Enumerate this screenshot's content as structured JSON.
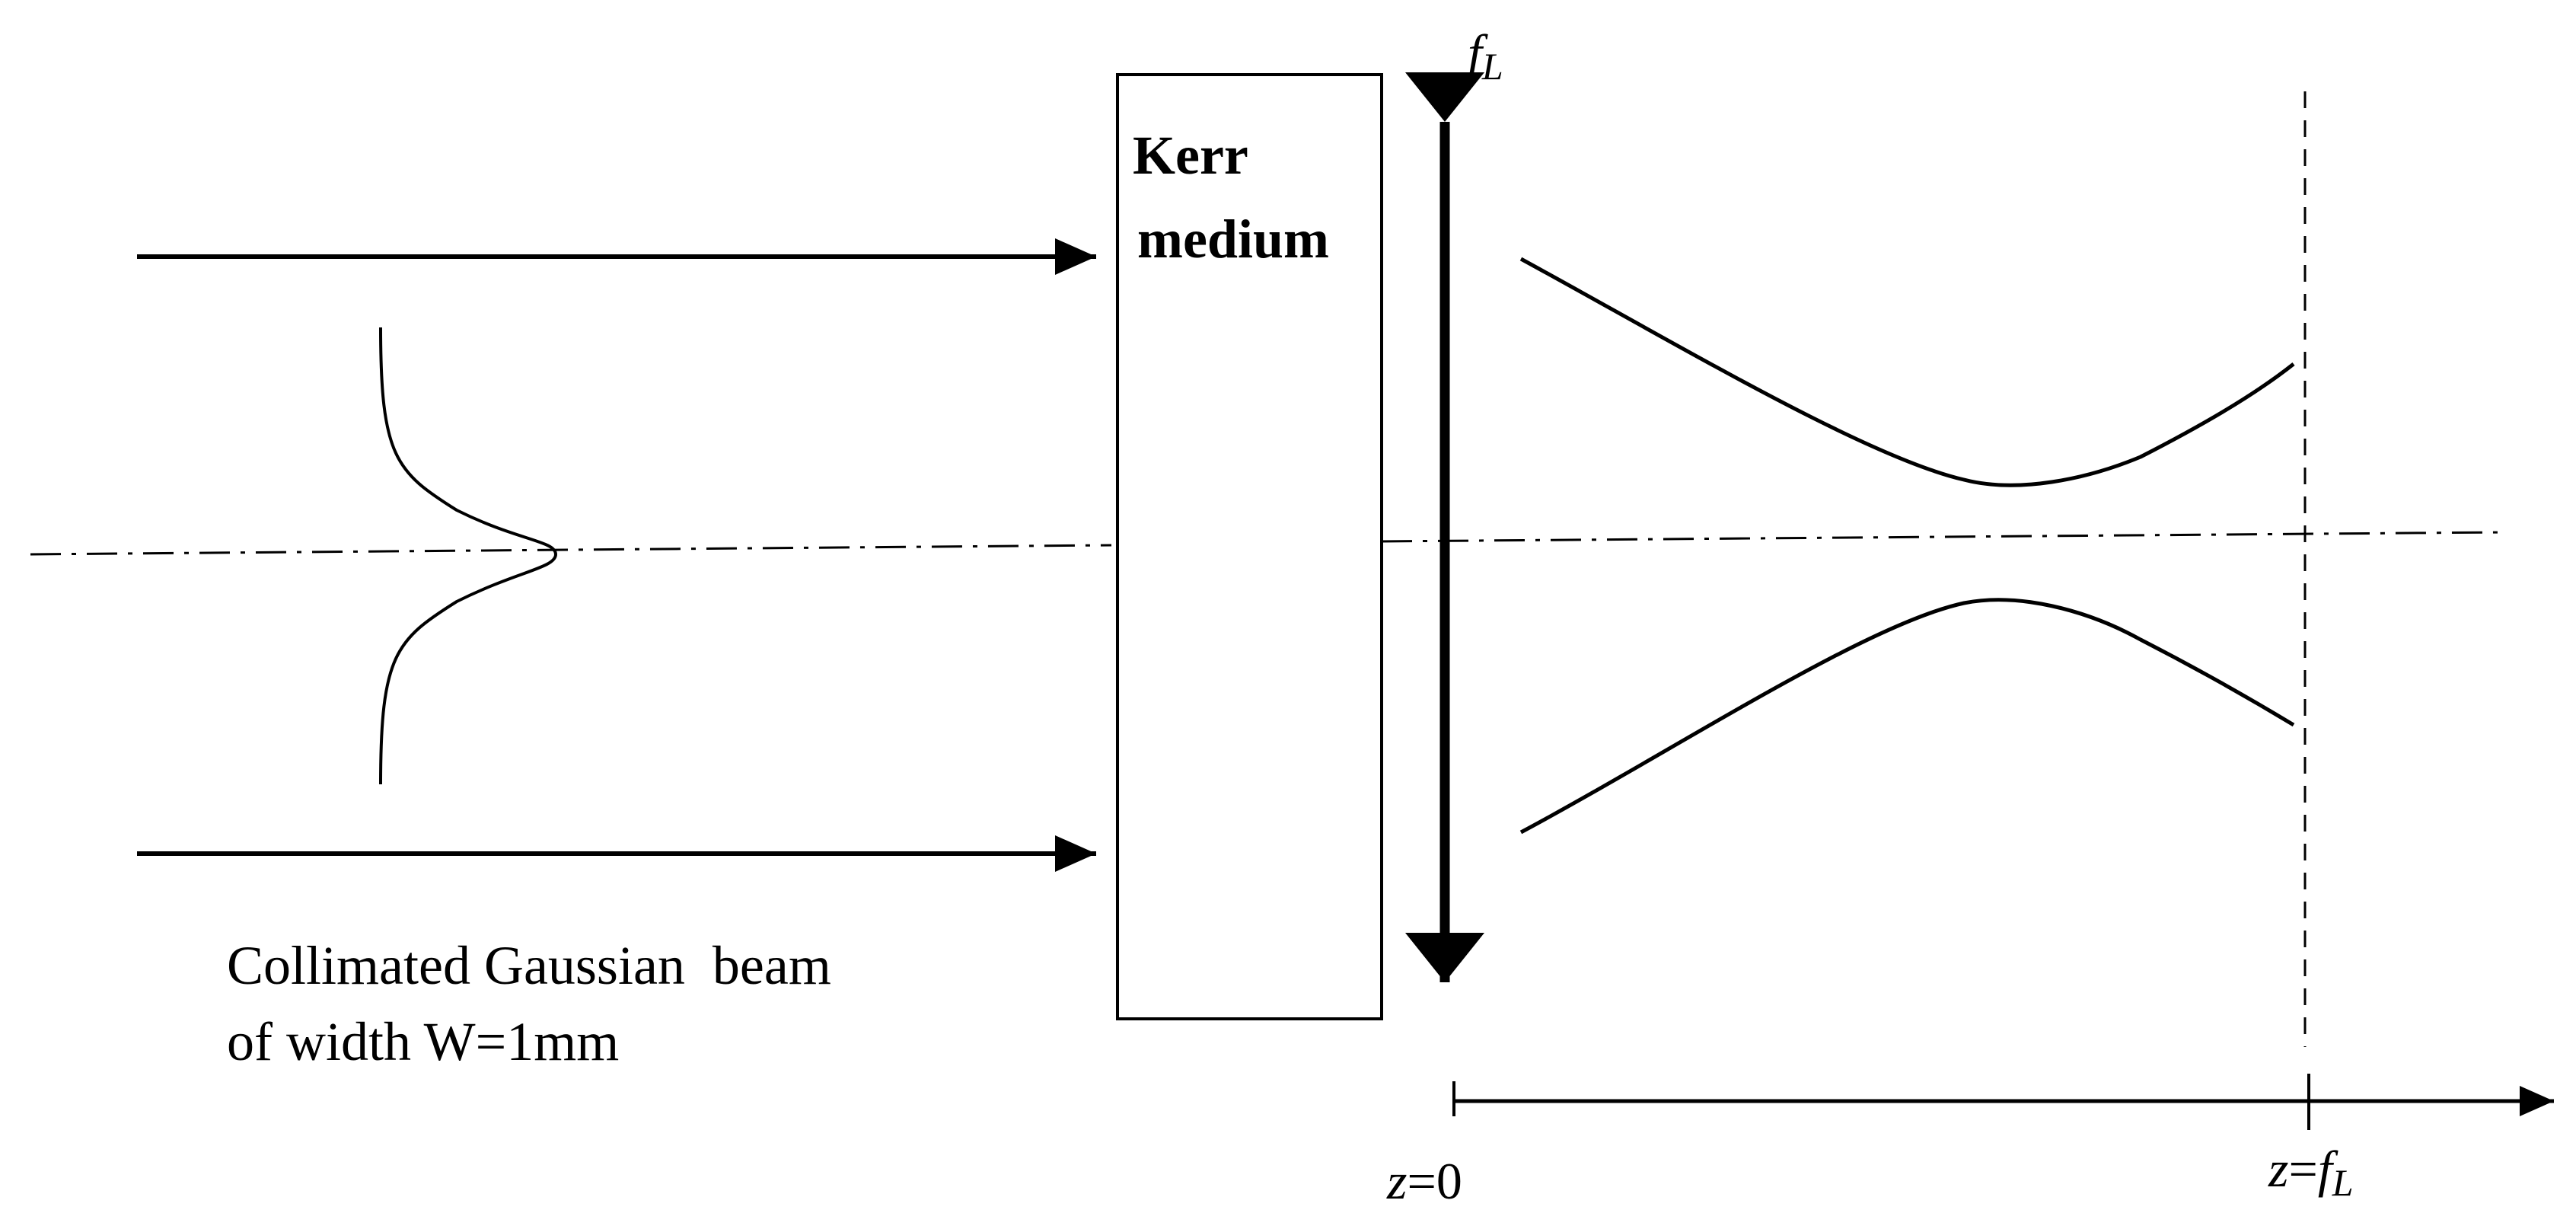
{
  "medium": {
    "label_line1": "Kerr",
    "label_line2": "medium"
  },
  "lens": {
    "label_main": "f",
    "label_sub": "L"
  },
  "beam": {
    "caption_line1": "Collimated Gaussian  beam",
    "caption_line2": "of width W=1mm"
  },
  "axis": {
    "origin_var": "z",
    "origin_eq": "=0",
    "focal_var": "z",
    "focal_eq": "=",
    "focal_f": "f",
    "focal_sub": "L"
  },
  "colors": {
    "ink": "#000000",
    "background": "#ffffff"
  }
}
